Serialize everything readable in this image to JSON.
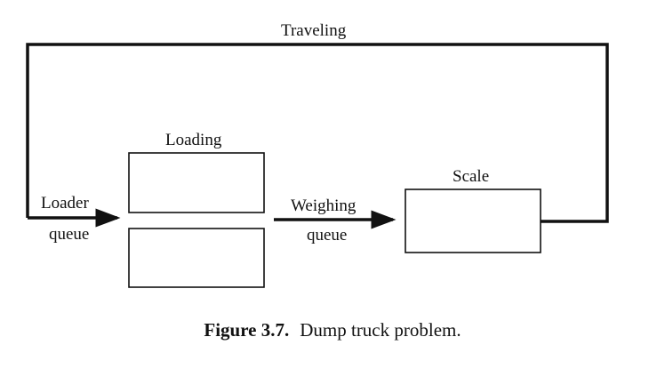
{
  "diagram": {
    "labels": {
      "traveling": "Traveling",
      "loading": "Loading",
      "loader_queue_line1": "Loader",
      "loader_queue_line2": "queue",
      "weighing_queue_line1": "Weighing",
      "weighing_queue_line2": "queue",
      "scale": "Scale"
    },
    "line_color": "#111111"
  },
  "caption": {
    "figure_number": "Figure 3.7.",
    "text": "Dump truck problem."
  }
}
